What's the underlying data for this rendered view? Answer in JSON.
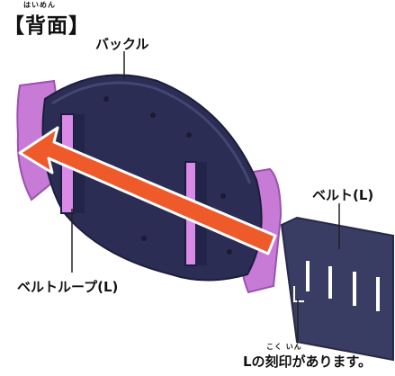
{
  "title": {
    "ruby": "はいめん",
    "text": "【背面】"
  },
  "labels": {
    "buckle": "バックル",
    "belt_l": "ベルト(L)",
    "belt_loop_l": "ベルトループ(L)",
    "engraving": {
      "ruby": "こく いん",
      "text": "Lの刻印があります。"
    }
  },
  "colors": {
    "buckle_body": "#2c2d55",
    "buckle_dark": "#1c1d3d",
    "side_part": "#c77ad6",
    "side_part_dark": "#9a52ad",
    "loop_pink": "#d98ae6",
    "arrow_orange": "#ee5a2a",
    "arrow_outline": "#ffffff",
    "belt_body": "#3a3d63",
    "leader_line": "#222222"
  }
}
